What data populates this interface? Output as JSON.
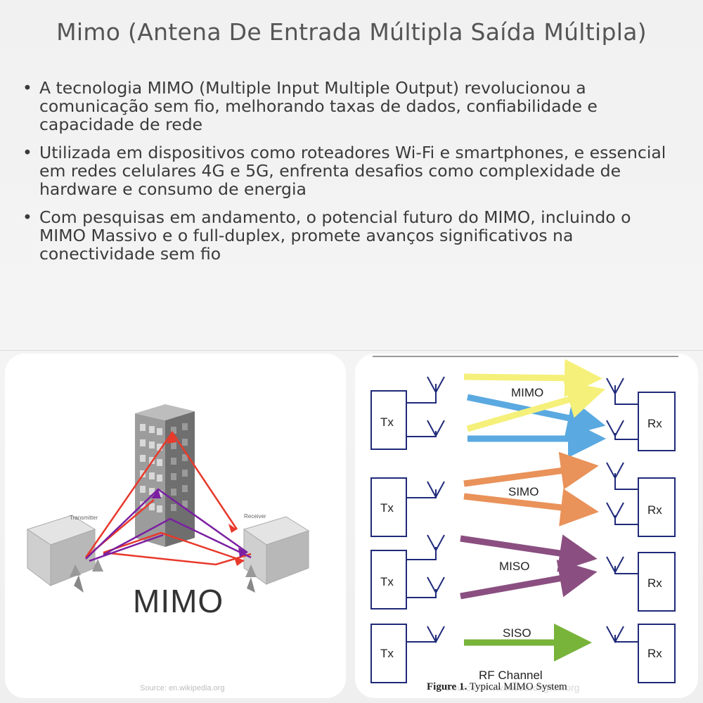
{
  "title": "Mimo (Antena De Entrada Múltipla Saída Múltipla)",
  "bullet_marker": "•",
  "bullets": [
    "A tecnologia MIMO (Multiple Input Multiple Output) revolucionou a comunicação sem fio, melhorando taxas de dados, confiabilidade e capacidade de rede",
    "Utilizada em dispositivos como roteadores Wi-Fi e smartphones, e essencial em redes celulares 4G e 5G, enfrenta desafios como complexidade de hardware e consumo de energia",
    "Com pesquisas em andamento, o potencial futuro do MIMO, incluindo o MIMO Massivo e o full-duplex, promete avanços significativos na conectividade sem fio"
  ],
  "left_image": {
    "big_label": "MIMO",
    "transmitter_label": "Transmitter",
    "receiver_label": "Receiver",
    "source": "Source: en.wikipedia.org",
    "colors": {
      "signal_red": "#e8392b",
      "signal_purple": "#7b1fa2",
      "building": "#8d8d8d"
    }
  },
  "right_image": {
    "tx_label": "Tx",
    "rx_label": "Rx",
    "mimo": "MIMO",
    "simo": "SIMO",
    "miso": "MISO",
    "siso": "SISO",
    "rf_channel": "RF Channel",
    "figure_prefix": "Figure 1.",
    "figure_caption": "Typical MIMO System",
    "source": "Source: www.researchgate.org",
    "colors": {
      "box": "#1f2a7a",
      "yellow": "#f5f07a",
      "blue": "#5aa9e0",
      "orange": "#e9925a",
      "purple": "#8a4f80",
      "green": "#78b33a"
    }
  }
}
